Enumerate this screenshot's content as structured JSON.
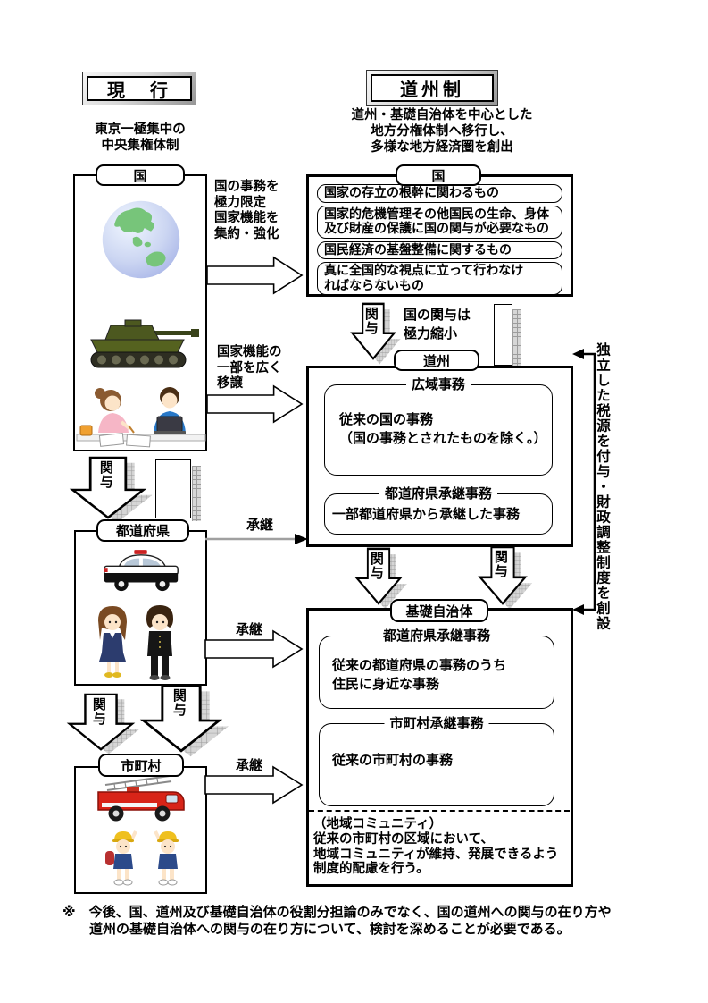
{
  "headers": {
    "current": "現　行",
    "proposed": "道州制"
  },
  "subtitles": {
    "current": "東京一極集中の\n中央集権体制",
    "proposed": "道州・基礎自治体を中心とした\n地方分権体制へ移行し、\n多様な地方経済圏を創出"
  },
  "current": {
    "kuni_label": "国",
    "todofuken_label": "都道府県",
    "shichoson_label": "市町村"
  },
  "proposed": {
    "kuni": {
      "label": "国",
      "items": [
        "国家の存立の根幹に関わるもの",
        "国家的危機管理その他国民の生命、身体\n及び財産の保護に国の関与が必要なもの",
        "国民経済の基盤整備に関するもの",
        "真に全国的な視点に立って行わなけ\nればならないもの"
      ]
    },
    "doshu": {
      "label": "道州",
      "sec1_legend": "広域事務",
      "sec1_body": "従来の国の事務\n（国の事務とされたものを除く。）",
      "sec2_legend": "都道府県承継事務",
      "sec2_body": "一部都道府県から承継した事務"
    },
    "kiso": {
      "label": "基礎自治体",
      "sec1_legend": "都道府県承継事務",
      "sec1_body": "従来の都道府県の事務のうち\n住民に身近な事務",
      "sec2_legend": "市町村承継事務",
      "sec2_body": "従来の市町村の事務",
      "community": "（地域コミュニティ）\n従来の市町村の区域において、\n地域コミュニティが維持、発展できるよう\n制度的配慮を行う。"
    }
  },
  "labels": {
    "kanyo": "関与",
    "shokei": "承継",
    "limit_note": "国の事務を\n極力限定\n国家機能を\n集約・強化",
    "transfer_note": "国家機能の\n一部を広く\n移譲",
    "reduce_note": "国の関与は\n極力縮小",
    "tax_note": "独立した税源を付与・財政調整制度を創設"
  },
  "footnote": {
    "line1": "※　今後、国、道州及び基礎自治体の役割分担論のみでなく、国の道州への関与の在り方や",
    "line2": "道州の基礎自治体への関与の在り方について、検討を深めることが必要である。"
  },
  "illustrations": [
    {
      "name": "earth-illustration",
      "colors": {
        "ocean": "#ccd6f2",
        "land": "#77c57a"
      }
    },
    {
      "name": "tank-illustration",
      "colors": {
        "body": "#4c581f"
      }
    },
    {
      "name": "citizens-illustration",
      "colors": {
        "woman": "#f6b6c6",
        "man": "#2878c8",
        "mug": "#f0a030"
      }
    },
    {
      "name": "police-car-illustration",
      "colors": {
        "body": "#111111",
        "light": "#cc2222"
      }
    },
    {
      "name": "students-illustration",
      "colors": {
        "girl_uniform": "#2c3c6e",
        "boy_uniform": "#161616"
      }
    },
    {
      "name": "fire-truck-illustration",
      "colors": {
        "body": "#d82418"
      }
    },
    {
      "name": "children-illustration",
      "colors": {
        "cap": "#efc01e",
        "coat": "#2c4a8a",
        "backpack": "#b83030"
      }
    }
  ]
}
